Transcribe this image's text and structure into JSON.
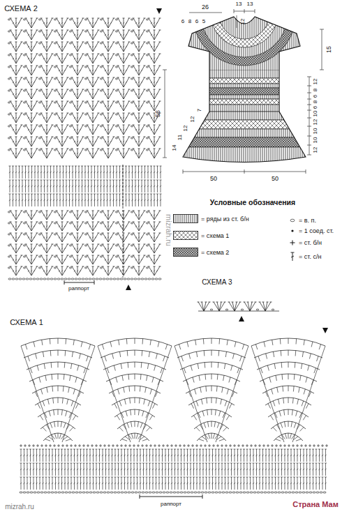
{
  "diagram": {
    "labels": [
      "СХЕМА 2",
      "раппорт",
      "26",
      "13",
      "13",
      "6",
      "8",
      "6",
      "5",
      "12",
      "15",
      "12",
      "8",
      "6",
      "8",
      "6",
      "10",
      "12",
      "10",
      "10",
      "12",
      "56",
      "14",
      "11",
      "12",
      "12",
      "7",
      "50",
      "50",
      "Условные обозначения",
      "СХЕМА 3",
      "СХЕМА 1",
      "раппорт",
      "mizrah.ru",
      "mizrah.ru",
      "Страна Мам"
    ],
    "legend": [
      {
        "text": "= ряды из ст. б/н"
      },
      {
        "text": "= схема 1"
      },
      {
        "text": "= схема 2"
      },
      {
        "text": "= в. п."
      },
      {
        "text": "= 1 соед. ст."
      },
      {
        "text": "= ст. б/н"
      },
      {
        "text": "= ст. с/н"
      }
    ]
  }
}
